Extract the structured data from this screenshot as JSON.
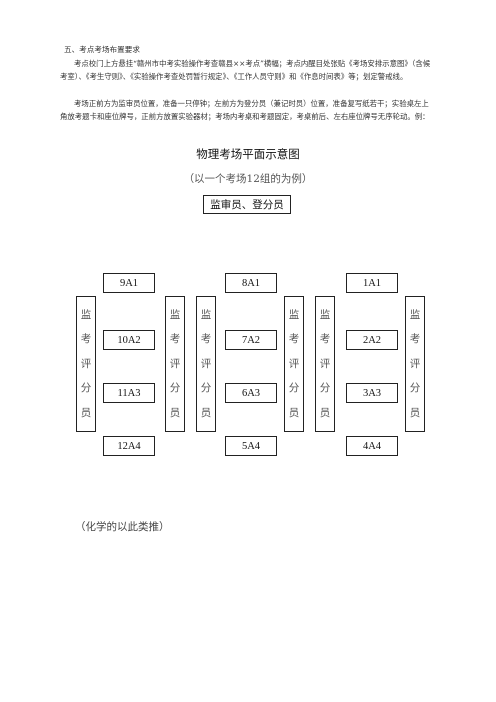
{
  "section": {
    "heading": "五、考点考场布置要求",
    "paragraph1": "考点校门上方悬挂“赣州市中考实验操作考查赣县××考点”横幅；考点内醒目处张贴《考场安排示意图》（含候考室）、《考生守则》、《实验操作考查处罚暂行规定》、《工作人员守则》和《作息时间表》等；划定警戒线。",
    "paragraph2": "考场正前方为监审员位置，准备一只停钟；左前方为登分员（兼记时员）位置，准备复写纸若干；实验桌左上角放考题卡和座位牌号，正前方放置实验器材；考场内考桌和考题固定，考桌前后、左右座位牌号无序轮动。例："
  },
  "diagram": {
    "title": "物理考场平面示意图",
    "subtitle": "（以一个考场12组的为例）",
    "header_box": "监审员、登分员",
    "side_label_chars": [
      "监",
      "考",
      "评",
      "分",
      "员"
    ],
    "desks": {
      "left": [
        "9A1",
        "10A2",
        "11A3",
        "12A4"
      ],
      "middle": [
        "8A1",
        "7A2",
        "6A3",
        "5A4"
      ],
      "right": [
        "1A1",
        "2A2",
        "3A3",
        "4A4"
      ]
    }
  },
  "footer_note": "（化学的以此类推）"
}
